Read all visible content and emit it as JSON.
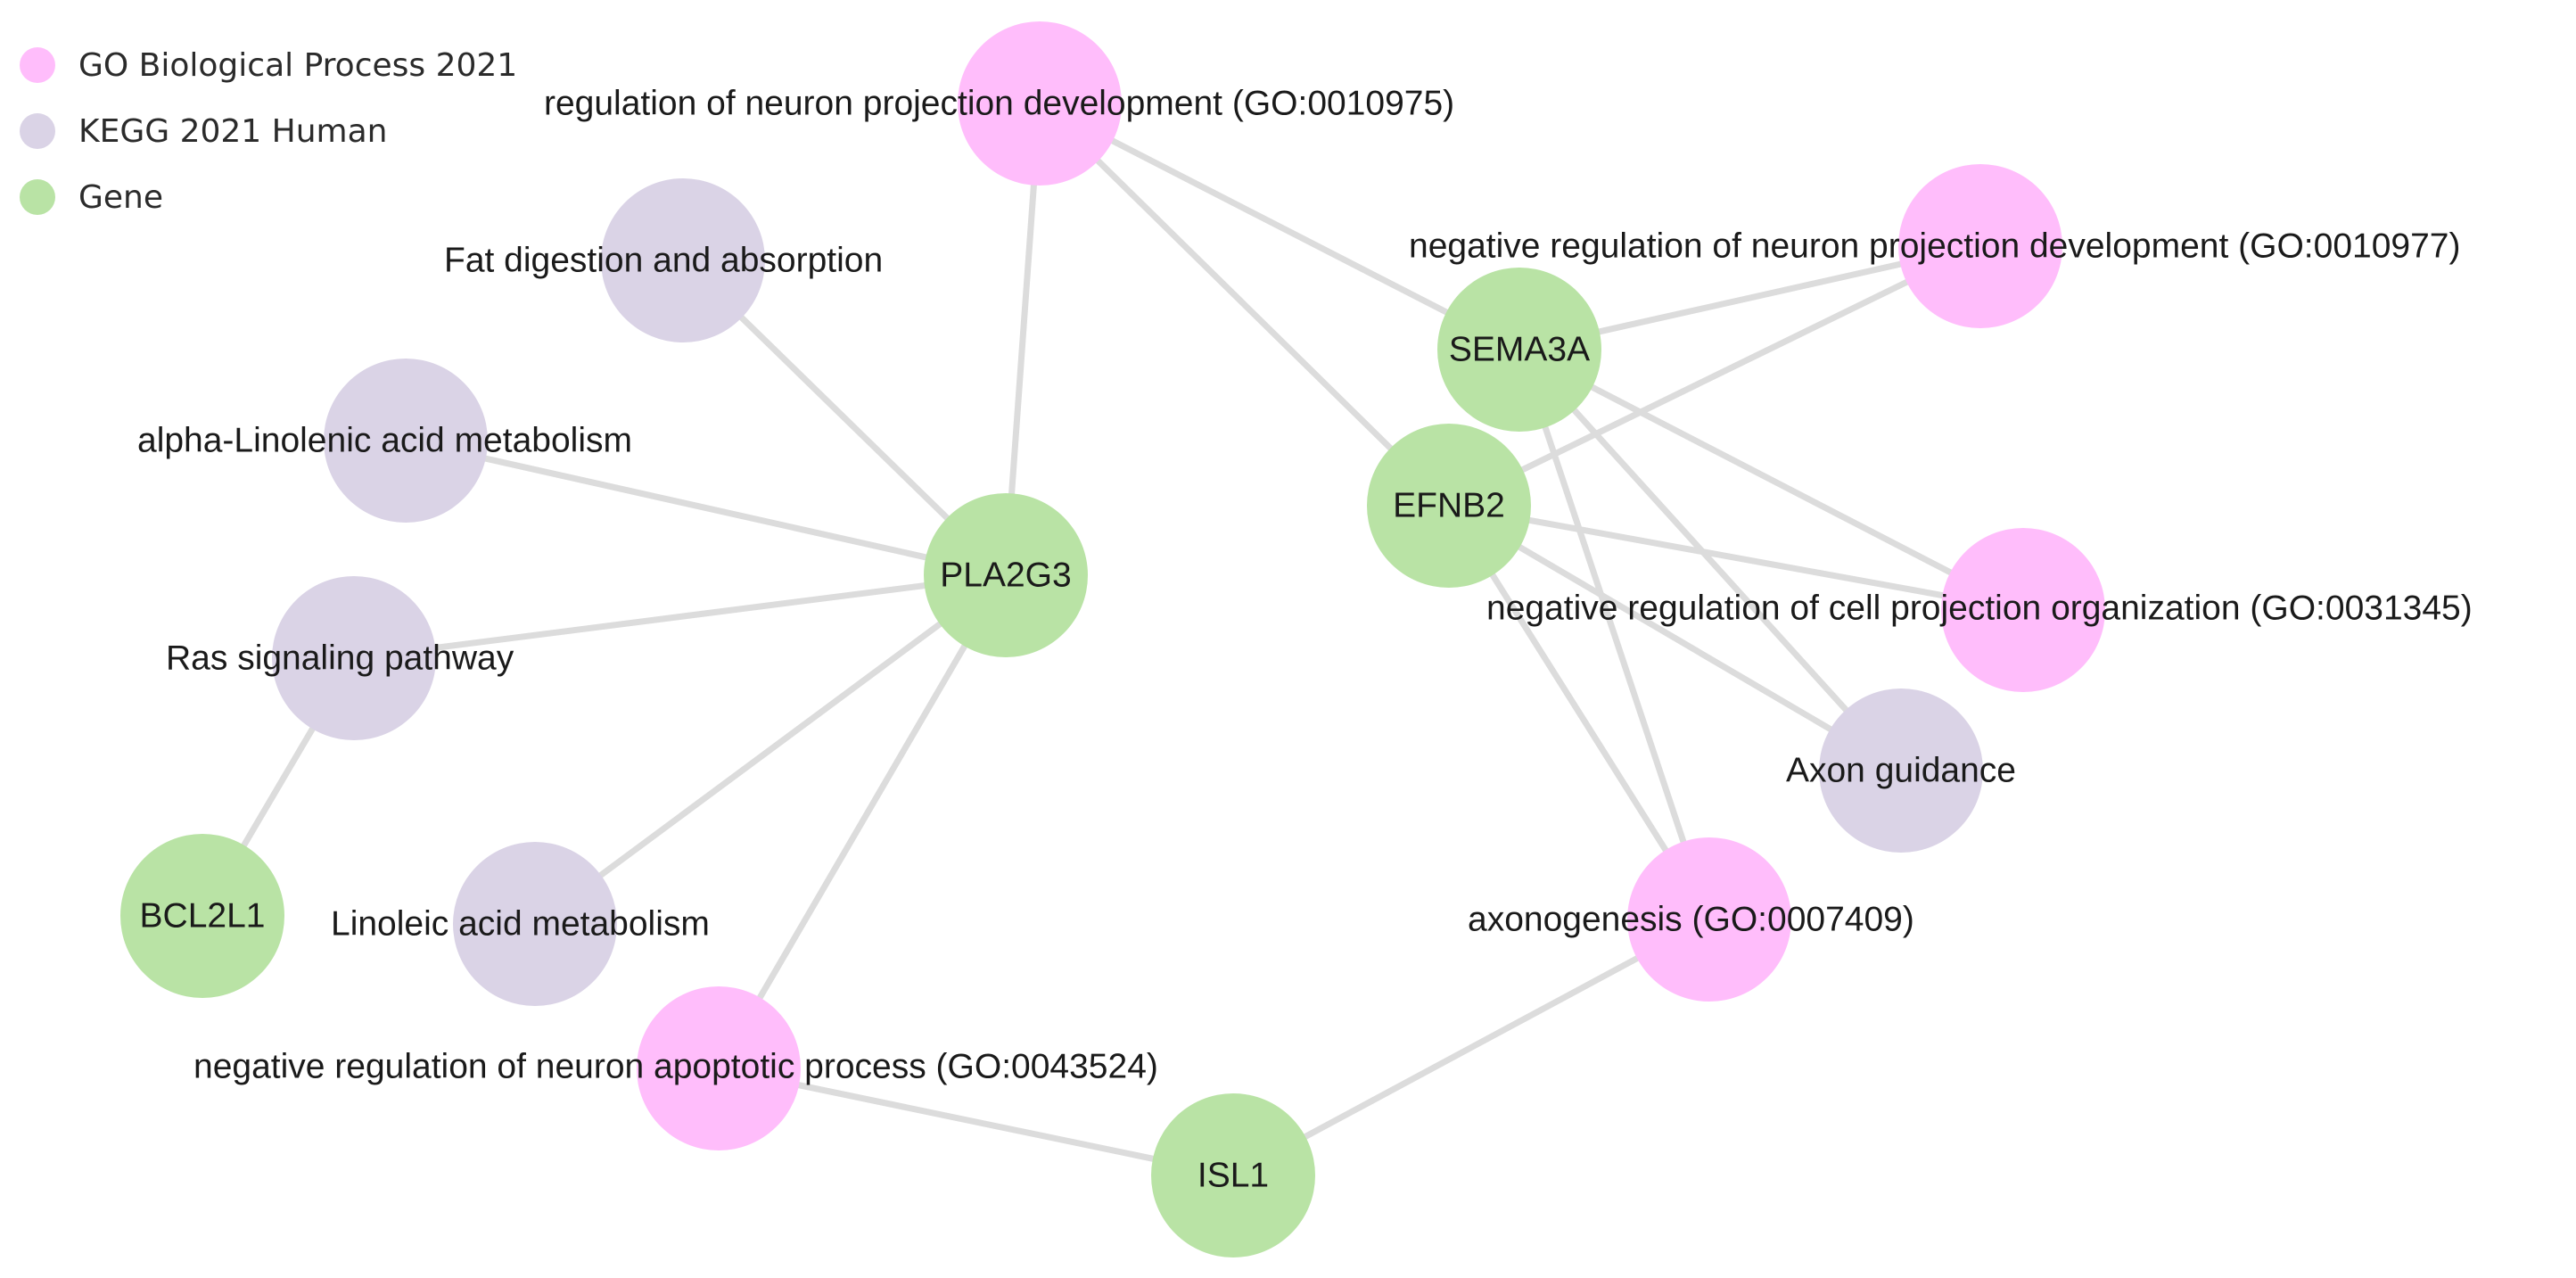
{
  "legend": [
    {
      "label": "GO Biological Process 2021",
      "color": "#ffbdfb"
    },
    {
      "label": "KEGG 2021 Human",
      "color": "#dad3e6"
    },
    {
      "label": "Gene",
      "color": "#b9e3a5"
    }
  ],
  "nodes": [
    {
      "id": "go_10975",
      "type": "go",
      "label": "regulation of neuron projection development (GO:0010975)"
    },
    {
      "id": "kegg_fat",
      "type": "kegg",
      "label": "Fat digestion and absorption"
    },
    {
      "id": "kegg_alpha",
      "type": "kegg",
      "label": "alpha-Linolenic acid metabolism"
    },
    {
      "id": "kegg_ras",
      "type": "kegg",
      "label": "Ras signaling pathway"
    },
    {
      "id": "gene_bcl2l1",
      "type": "gene",
      "label": "BCL2L1"
    },
    {
      "id": "kegg_linoleic",
      "type": "kegg",
      "label": "Linoleic acid metabolism"
    },
    {
      "id": "gene_pla2g3",
      "type": "gene",
      "label": "PLA2G3"
    },
    {
      "id": "go_43524",
      "type": "go",
      "label": "negative regulation of neuron apoptotic process (GO:0043524)"
    },
    {
      "id": "gene_isl1",
      "type": "gene",
      "label": "ISL1"
    },
    {
      "id": "gene_sema3a",
      "type": "gene",
      "label": "SEMA3A"
    },
    {
      "id": "gene_efnb2",
      "type": "gene",
      "label": "EFNB2"
    },
    {
      "id": "go_10977",
      "type": "go",
      "label": "negative regulation of neuron projection development (GO:0010977)"
    },
    {
      "id": "go_31345",
      "type": "go",
      "label": "negative regulation of cell projection organization (GO:0031345)"
    },
    {
      "id": "kegg_axon",
      "type": "kegg",
      "label": "Axon guidance"
    },
    {
      "id": "go_7409",
      "type": "go",
      "label": "axonogenesis (GO:0007409)"
    }
  ],
  "edges": [
    [
      "go_10975",
      "gene_pla2g3"
    ],
    [
      "go_10975",
      "gene_sema3a"
    ],
    [
      "go_10975",
      "gene_efnb2"
    ],
    [
      "kegg_fat",
      "gene_pla2g3"
    ],
    [
      "kegg_alpha",
      "gene_pla2g3"
    ],
    [
      "kegg_ras",
      "gene_pla2g3"
    ],
    [
      "kegg_ras",
      "gene_bcl2l1"
    ],
    [
      "kegg_linoleic",
      "gene_pla2g3"
    ],
    [
      "go_43524",
      "gene_pla2g3"
    ],
    [
      "go_43524",
      "gene_isl1"
    ],
    [
      "gene_isl1",
      "go_7409"
    ],
    [
      "gene_sema3a",
      "go_10977"
    ],
    [
      "gene_efnb2",
      "go_10977"
    ],
    [
      "gene_sema3a",
      "go_31345"
    ],
    [
      "gene_efnb2",
      "go_31345"
    ],
    [
      "gene_sema3a",
      "kegg_axon"
    ],
    [
      "gene_efnb2",
      "kegg_axon"
    ],
    [
      "gene_sema3a",
      "go_7409"
    ],
    [
      "gene_efnb2",
      "go_7409"
    ]
  ]
}
